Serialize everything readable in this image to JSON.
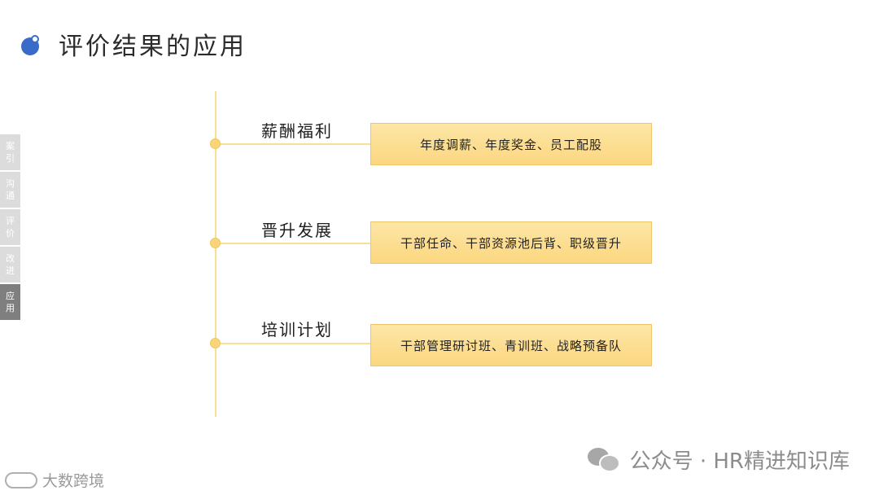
{
  "header": {
    "title": "评价结果的应用",
    "bullet_icon": "blue-circle-bullet",
    "accent_color": "#3a6bc9"
  },
  "side_nav": {
    "items": [
      {
        "line1": "案",
        "line2": "引",
        "active": false
      },
      {
        "line1": "沟",
        "line2": "通",
        "active": false
      },
      {
        "line1": "评",
        "line2": "价",
        "active": false
      },
      {
        "line1": "改",
        "line2": "进",
        "active": false
      },
      {
        "line1": "应",
        "line2": "用",
        "active": true
      }
    ]
  },
  "timeline": {
    "line_color": "#f8df93",
    "box_color": "#fbd780",
    "items": [
      {
        "category": "薪酬福利",
        "detail": "年度调薪、年度奖金、员工配股"
      },
      {
        "category": "晋升发展",
        "detail": "干部任命、干部资源池后背、职级晋升"
      },
      {
        "category": "培训计划",
        "detail": "干部管理研讨班、青训班、战略预备队"
      }
    ]
  },
  "watermarks": {
    "left": "大数跨境",
    "right": "公众号 · HR精进知识库"
  }
}
